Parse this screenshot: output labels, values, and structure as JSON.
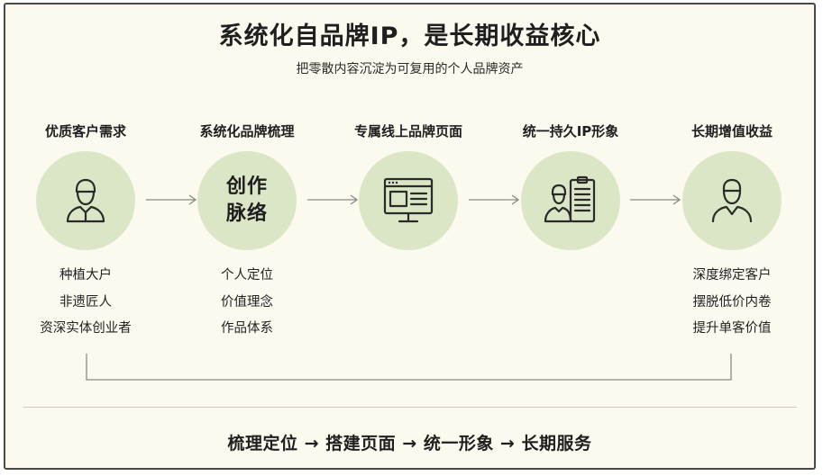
{
  "title": "系统化自品牌IP，是长期收益核心",
  "subtitle": "把零散内容沉淀为可复用的个人品牌资产",
  "steps": [
    {
      "label": "优质客户需求",
      "icon": "person-icon",
      "details": [
        "种植大户",
        "非遗匠人",
        "资深实体创业者"
      ]
    },
    {
      "label": "系统化品牌梳理",
      "circle_text": [
        "创作",
        "脉络"
      ],
      "details": [
        "个人定位",
        "价值理念",
        "作品体系"
      ]
    },
    {
      "label": "专属线上品牌页面",
      "icon": "monitor-icon",
      "details": []
    },
    {
      "label": "统一持久IP形象",
      "icon": "profile-card-icon",
      "details": []
    },
    {
      "label": "长期增值收益",
      "icon": "person-icon",
      "details": [
        "深度绑定客户",
        "摆脱低价内卷",
        "提升单客价值"
      ]
    }
  ],
  "footer": "梳理定位 → 搭建页面 → 统一形象 → 长期服务",
  "colors": {
    "background": "#fcf9ef",
    "circle": "#dbe6c7",
    "line": "#8a8a85",
    "border": "#4a4a44"
  }
}
